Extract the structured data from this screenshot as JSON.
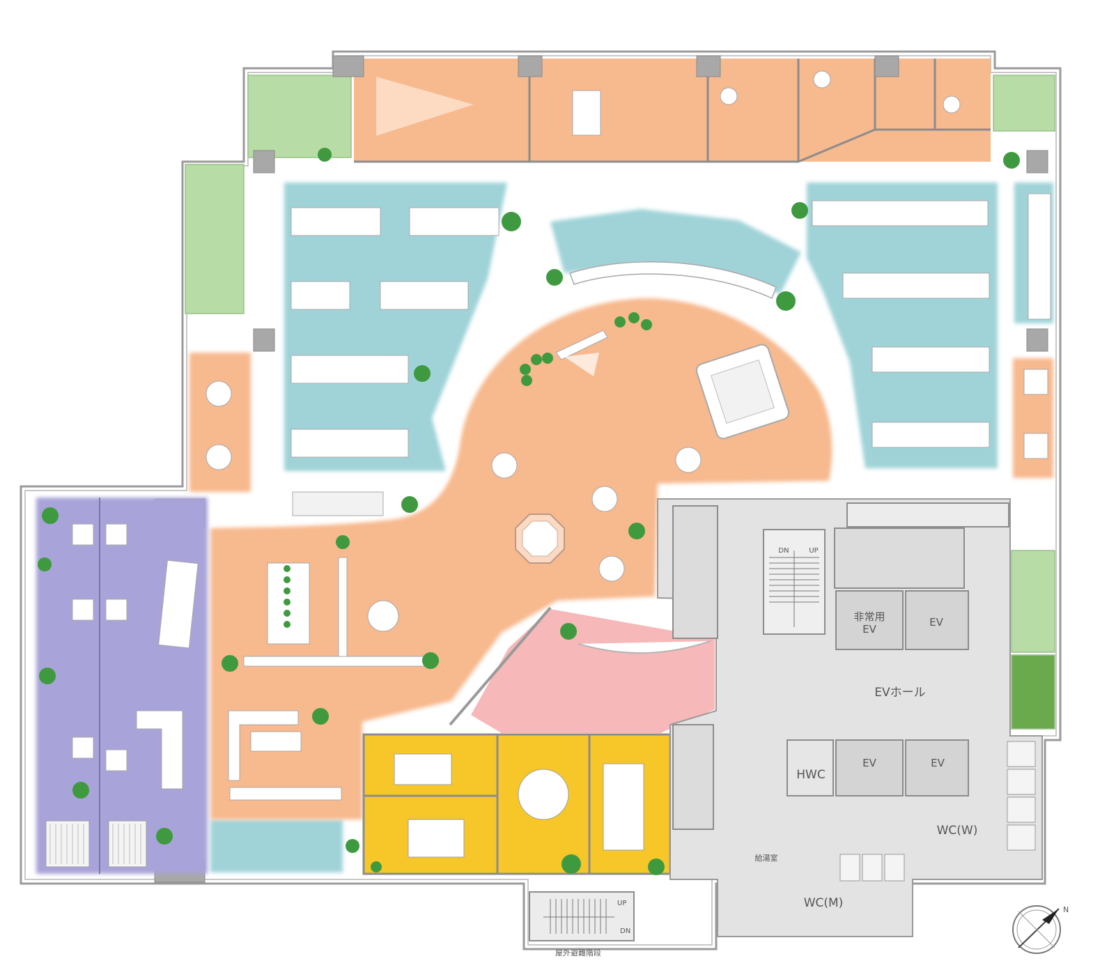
{
  "labels": {
    "emergency_ev": "非常用\nEV",
    "ev": "EV",
    "ev_hall": "EVホール",
    "hwc": "HWC",
    "wc_women": "WC(W)",
    "wc_men": "WC(M)",
    "pantry": "給湯室",
    "up": "UP",
    "dn": "DN",
    "outdoor_stairs": "屋外避難階段",
    "north": "N"
  },
  "colors": {
    "lounge_orange": "#f7b98e",
    "work_teal": "#9fd3d8",
    "focus_purple": "#a8a3d8",
    "meeting_yellow": "#f7c72a",
    "reception_pink": "#f6b8b8",
    "terrace_green": "#b8dca6",
    "core_gray": "#d9d9d9",
    "wall_gray": "#8c8c8c",
    "plant_green": "#3f9a3f"
  }
}
